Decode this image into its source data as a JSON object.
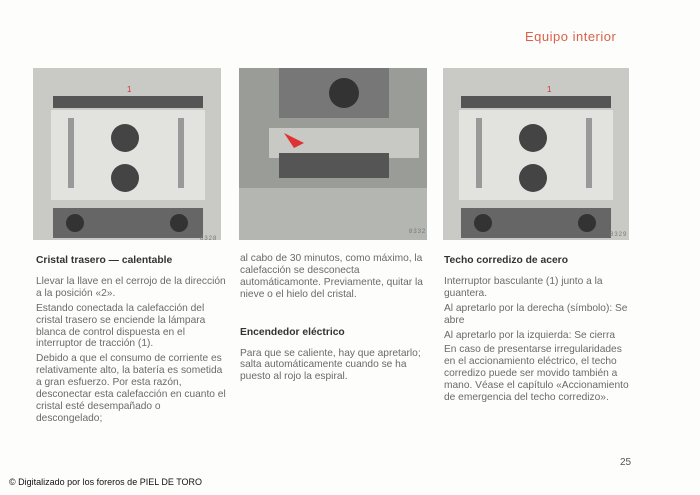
{
  "header": {
    "section": "Equipo interior"
  },
  "figures": [
    {
      "code": "8328"
    },
    {
      "code": "8332"
    },
    {
      "code": "8329"
    }
  ],
  "col1": {
    "title": "Cristal trasero — calentable",
    "paragraphs": [
      "Llevar la llave en el cerrojo de la dirección a la posición «2».",
      "Estando conectada la calefacción del cristal trasero se enciende la lámpara blanca de control dispuesta en el interruptor de tracción (1).",
      "Debido a que el consumo de corriente es relativamente alto, la batería es sometida a gran esfuerzo. Por esta razón, desconectar esta calefacción en cuanto el cristal esté desempañado o descongelado;"
    ]
  },
  "col2": {
    "paragraphs": [
      "al cabo de 30 minutos, como máximo, la calefacción se desconecta automáticamonte. Previamente, quitar la nieve o el hielo del cristal."
    ],
    "title": "Encendedor eléctrico",
    "paragraphs2": [
      "Para que se caliente, hay que apretarlo; salta automáticamente cuando se ha puesto al rojo la espiral."
    ]
  },
  "col3": {
    "title": "Techo corredizo de acero",
    "paragraphs": [
      "Interruptor basculante (1) junto a la guantera.",
      "Al apretarlo por la derecha (símbolo): Se abre",
      "Al apretarlo por la izquierda: Se cierra",
      "En caso de presentarse irregularidades en el accionamiento eléctrico, el techo corredizo puede ser movido también a mano. Véase el capítulo «Accionamiento de emergencia del techo corredizo»."
    ]
  },
  "page_number": "25",
  "credit": "© Digitalizado por los foreros de PIEL DE TORO",
  "colors": {
    "accent": "#d9604a"
  }
}
